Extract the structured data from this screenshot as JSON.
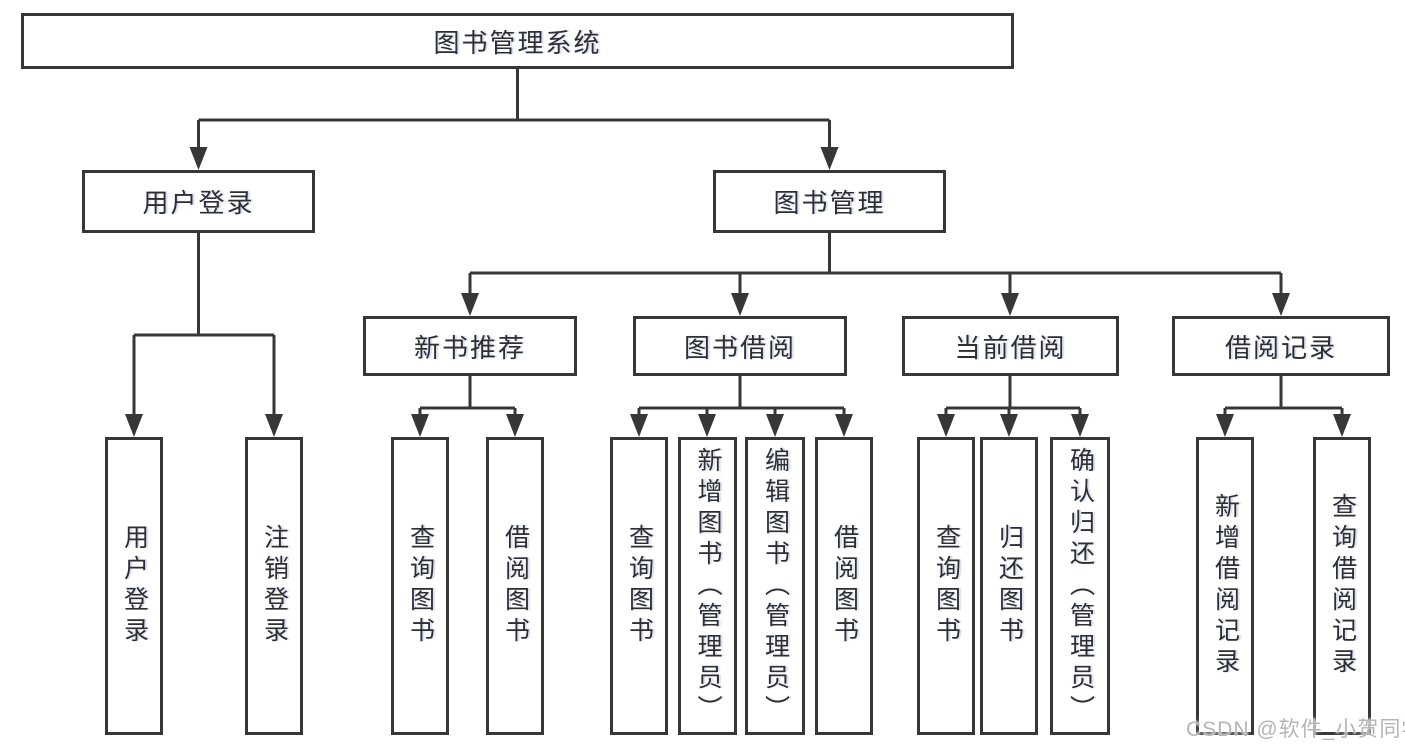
{
  "colors": {
    "line": "#373737",
    "text": "#2f2f2f",
    "watermark": "#b5b5b5",
    "background": "#ffffff"
  },
  "diagram": {
    "title": "图书管理系统",
    "branches": {
      "user_login": {
        "label": "用户登录",
        "children": [
          "用户登录",
          "注销登录"
        ]
      },
      "book_management": {
        "label": "图书管理",
        "sections": [
          {
            "label": "新书推荐",
            "children": [
              "查询图书",
              "借阅图书"
            ]
          },
          {
            "label": "图书借阅",
            "children": [
              "查询图书",
              "新增图书（管理员）",
              "编辑图书（管理员）",
              "借阅图书"
            ]
          },
          {
            "label": "当前借阅",
            "children": [
              "查询图书",
              "归还图书",
              "确认归还（管理员）"
            ]
          },
          {
            "label": "借阅记录",
            "children": [
              "新增借阅记录",
              "查询借阅记录"
            ]
          }
        ]
      }
    }
  },
  "watermark": {
    "text": "CSDN @软件_小贺同学"
  }
}
